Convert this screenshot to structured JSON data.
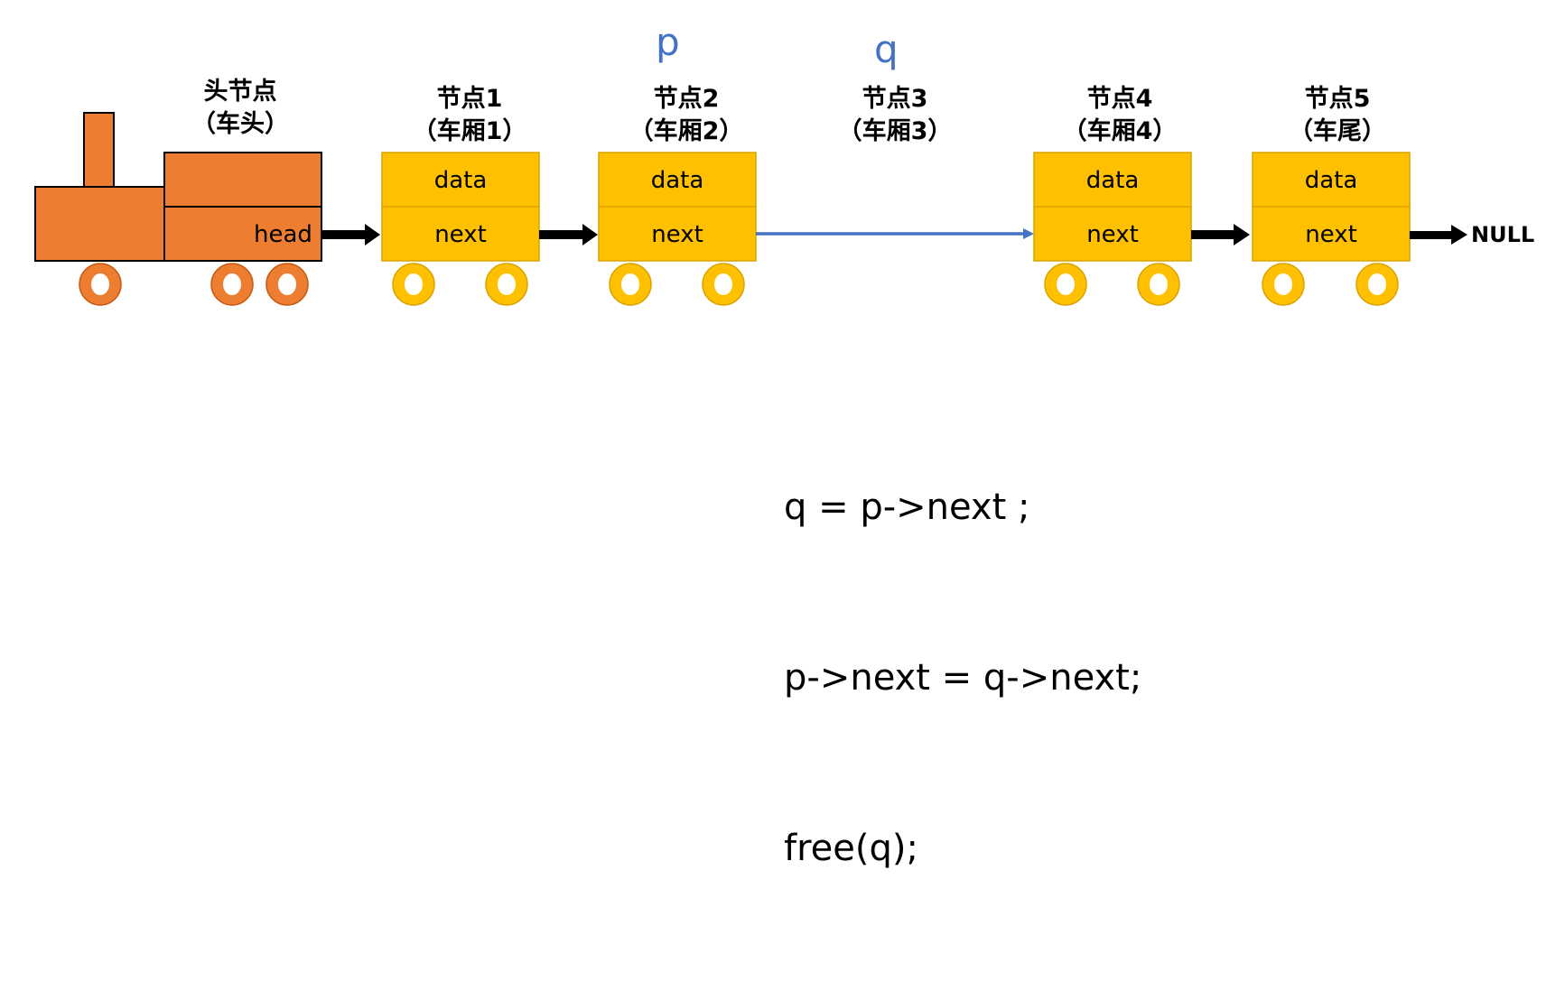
{
  "nodes": [
    {
      "line1": "头节点",
      "line2": "（车头）"
    },
    {
      "line1": "节点1",
      "line2": "（车厢1）"
    },
    {
      "line1": "节点2",
      "line2": "（车厢2）"
    },
    {
      "line1": "节点3",
      "line2": "（车厢3）"
    },
    {
      "line1": "节点4",
      "line2": "（车厢4）"
    },
    {
      "line1": "节点5",
      "line2": "（车尾）"
    }
  ],
  "fields": {
    "data": "data",
    "next": "next"
  },
  "head_label": "head",
  "null_label": "NULL",
  "pointers": {
    "p": "p",
    "q": "q"
  },
  "code": [
    "q = p->next ;",
    "p->next = q->next;",
    "free(q);"
  ],
  "colors": {
    "engine": "#ED7D31",
    "car": "#FFC000",
    "pointer": "#4472C4",
    "outline": "#000000"
  }
}
